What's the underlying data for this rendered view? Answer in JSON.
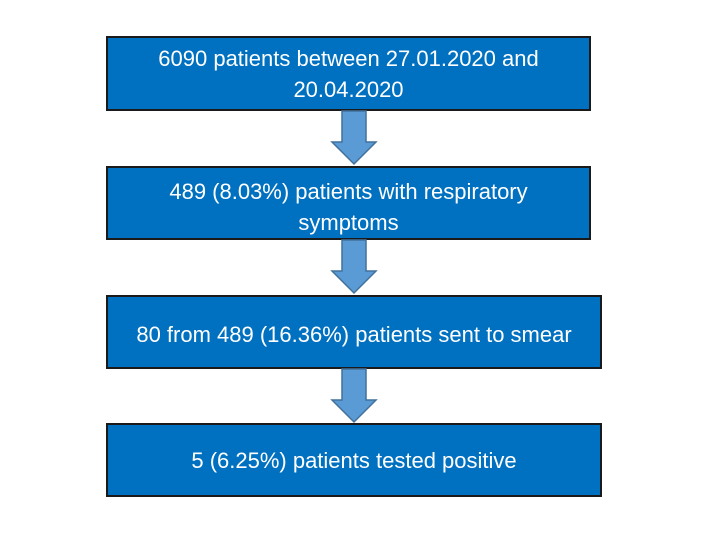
{
  "flowchart": {
    "steps": [
      {
        "text": "6090 patients between 27.01.2020 and 20.04.2020"
      },
      {
        "text": "489 (8.03%) patients with respiratory symptoms"
      },
      {
        "text": "80 from 489 (16.36%) patients sent to smear"
      },
      {
        "text": "5 (6.25%) patients tested positive"
      }
    ]
  },
  "colors": {
    "box_fill": "#0070C0",
    "arrow_fill": "#5B9BD5",
    "outline": "#1a1a1a"
  }
}
